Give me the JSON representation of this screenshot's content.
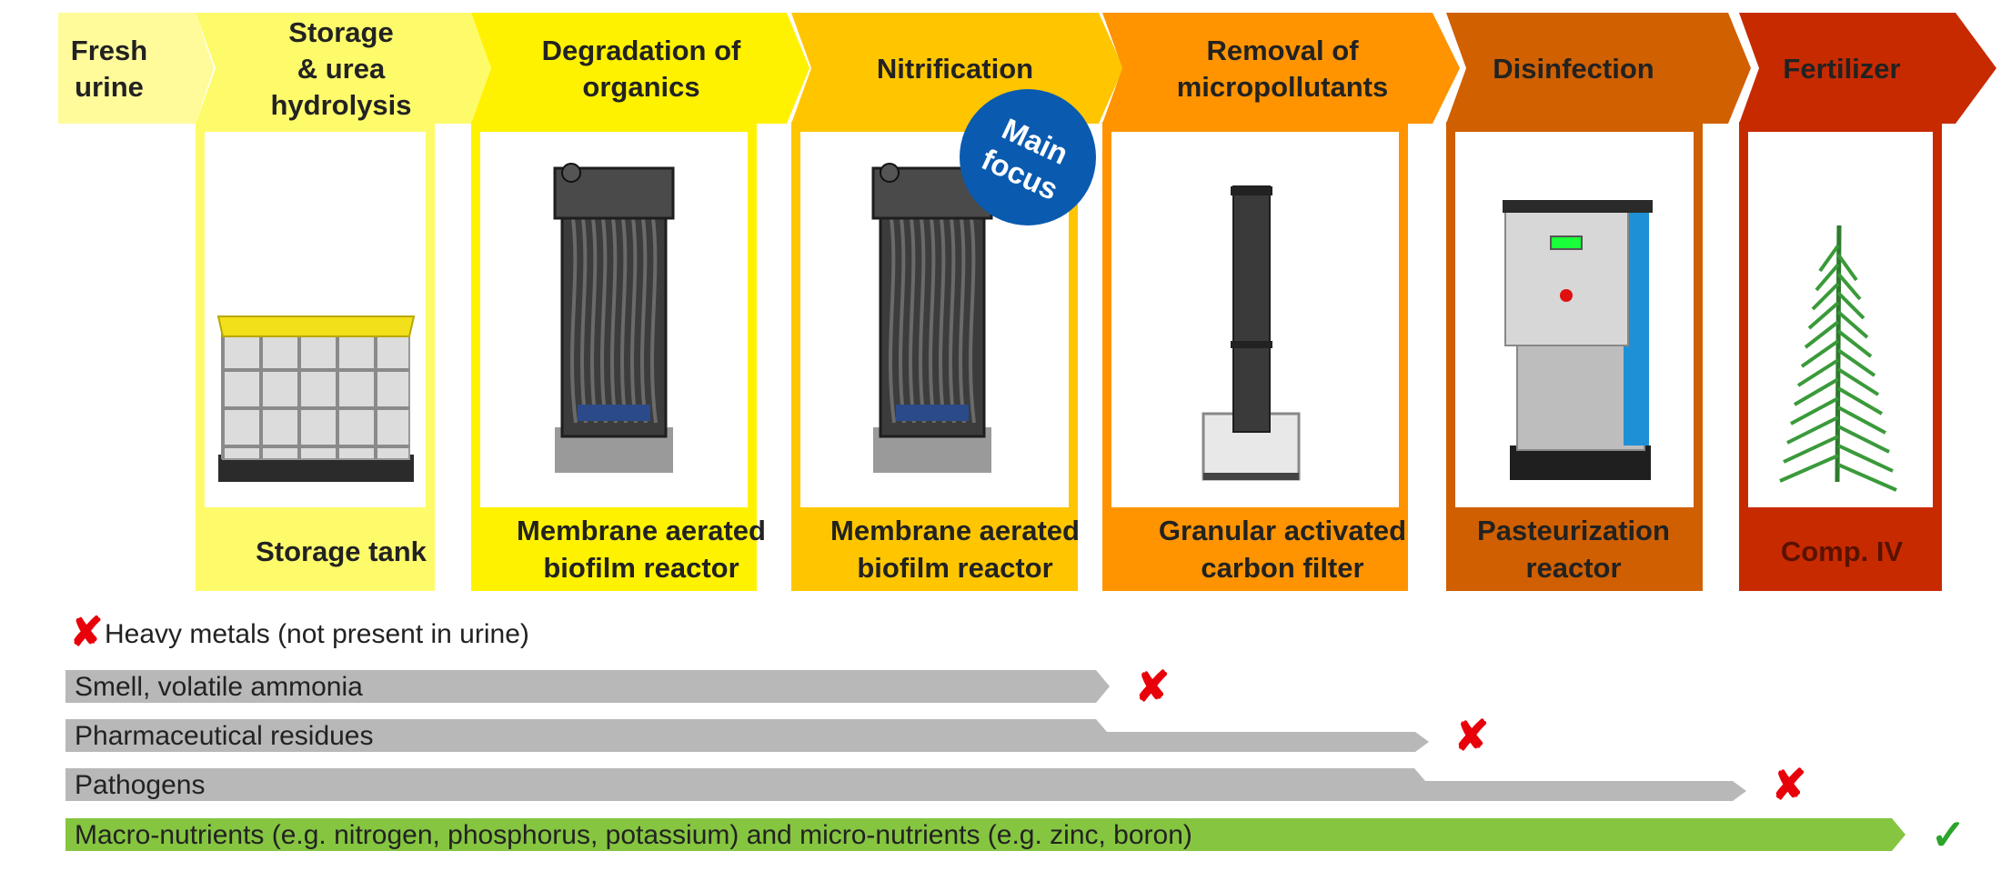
{
  "stages": [
    {
      "title": [
        "Fresh",
        "urine"
      ],
      "label": [],
      "color": "#fffb9a",
      "panel_color": "#fffb9a",
      "icon": "none"
    },
    {
      "title": [
        "Storage",
        "& urea",
        "hydrolysis"
      ],
      "label": [
        "Storage tank"
      ],
      "color": "#fefb6b",
      "panel_color": "#fefb6b",
      "icon": "ibc-tank-icon"
    },
    {
      "title": [
        "Degradation of",
        "organics"
      ],
      "label": [
        "Membrane aerated",
        "biofilm reactor"
      ],
      "color": "#fff200",
      "panel_color": "#fff200",
      "icon": "membrane-reactor-icon"
    },
    {
      "title": [
        "Nitrification"
      ],
      "label": [
        "Membrane aerated",
        "biofilm reactor"
      ],
      "color": "#ffc600",
      "panel_color": "#ffc600",
      "icon": "membrane-reactor-icon"
    },
    {
      "title": [
        "Removal of",
        "micropollutants"
      ],
      "label": [
        "Granular activated",
        "carbon filter"
      ],
      "color": "#ff9400",
      "panel_color": "#ff9400",
      "icon": "carbon-filter-icon"
    },
    {
      "title": [
        "Disinfection"
      ],
      "label": [
        "Pasteurization",
        "reactor"
      ],
      "color": "#d06000",
      "panel_color": "#cf5f00",
      "icon": "pasteurization-reactor-icon"
    },
    {
      "title": [
        "Fertilizer"
      ],
      "label": [
        "Comp. IV"
      ],
      "color": "#c82a00",
      "panel_color": "#c82a00",
      "icon": "plant-icon"
    }
  ],
  "badge": {
    "text": [
      "Main",
      "focus"
    ],
    "color": "#0a5bb0"
  },
  "heavy_metals": {
    "text": "Heavy metals (not present in urine)",
    "mark": "✘"
  },
  "bars": [
    {
      "text": "Smell, volatile ammonia",
      "color": "#b8b8b8",
      "removed_at_stage": 3,
      "mark": "✘",
      "mark_color": "#e8000a"
    },
    {
      "text": "Pharmaceutical residues",
      "color": "#b8b8b8",
      "removed_at_stage": 4,
      "mark": "✘",
      "mark_color": "#e8000a"
    },
    {
      "text": "Pathogens",
      "color": "#b8b8b8",
      "removed_at_stage": 5,
      "mark": "✘",
      "mark_color": "#e8000a"
    },
    {
      "text": "Macro-nutrients (e.g. nitrogen, phosphorus, potassium) and micro-nutrients (e.g. zinc, boron)",
      "color": "#85c540",
      "removed_at_stage": 6,
      "mark": "✓",
      "mark_color": "#2aa52a"
    }
  ]
}
